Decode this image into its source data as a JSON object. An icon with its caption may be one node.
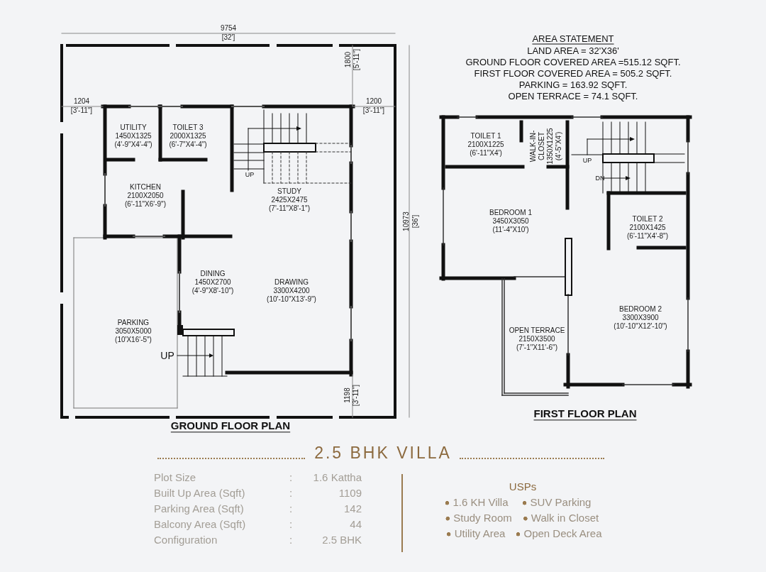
{
  "diagram": {
    "title": "2.5 BHK VILLA",
    "nodes": [
      {
        "text": [
          "UTILITY",
          "1450X1325",
          "(4'-9\"X4'-4\")"
        ]
      },
      {
        "text": [
          "TOILET 3",
          "2000X1325",
          "(6'-7\"X4'-4\")"
        ]
      },
      {
        "text": [
          "KITCHEN",
          "2100X2050",
          "(6'-11\"X6'-9\")"
        ]
      },
      {
        "text": [
          "STUDY",
          "2425X2475",
          "(7'-11\"X8'-1\")"
        ]
      },
      {
        "text": [
          "DINING",
          "1450X2700",
          "(4'-9\"X8'-10\")"
        ]
      },
      {
        "text": [
          "DRAWING",
          "3300X4200",
          "(10'-10\"X13'-9\")"
        ]
      },
      {
        "text": [
          "PARKING",
          "3050X5000",
          "(10'X16'-5\")"
        ]
      },
      {
        "text": [
          "TOILET 1",
          "2100X1225",
          "(6'-11\"X4')"
        ]
      },
      {
        "text": [
          "WALK-IN- CLOSET",
          "1350X1225",
          "(4'-5\"X4')"
        ]
      },
      {
        "text": [
          "BEDROOM 1",
          "3450X3050",
          "(11'-4\"X10')"
        ]
      },
      {
        "text": [
          "TOILET 2",
          "2100X1425",
          "(6'-11\"X4'-8\")"
        ]
      },
      {
        "text": [
          "BEDROOM 2",
          "3300X3900",
          "(10'-10\"X12'-10\")"
        ]
      },
      {
        "text": [
          "OPEN TERRACE",
          "2150X3500",
          "(7'-1\"X11'-6\")"
        ]
      }
    ],
    "labels": [
      "9754",
      "[32']",
      "1800",
      "[5'-11\"]",
      "1204",
      "[3'-11\"]",
      "1200",
      "[3'-11\"]",
      "UP",
      "10973",
      "[36']",
      "UP",
      "1198",
      "[3'-11\"]",
      "GROUND FLOOR PLAN",
      "AREA STATEMENT",
      "LAND AREA = 32'X36'",
      "GROUND FLOOR COVERED AREA =515.12 SQFT.",
      "FIRST FLOOR COVERED AREA = 505.2 SQFT.",
      "PARKING = 163.92 SQFT.",
      "OPEN TERRACE = 74.1 SQFT.",
      "UP",
      "DN",
      "FIRST FLOOR PLAN",
      "Plot Size",
      ":",
      "1.6 Kattha",
      "Built Up Area (Sqft)",
      ":",
      "1109",
      "Parking Area (Sqft)",
      ":",
      "142",
      "Balcony Area (Sqft)",
      ":",
      "44",
      "Configuration",
      ":",
      "2.5 BHK",
      "USPs",
      "1.6 KH Villa",
      "SUV Parking",
      "Study Room",
      "Walk in Closet",
      "Utility Area",
      "Open Deck Area"
    ]
  }
}
